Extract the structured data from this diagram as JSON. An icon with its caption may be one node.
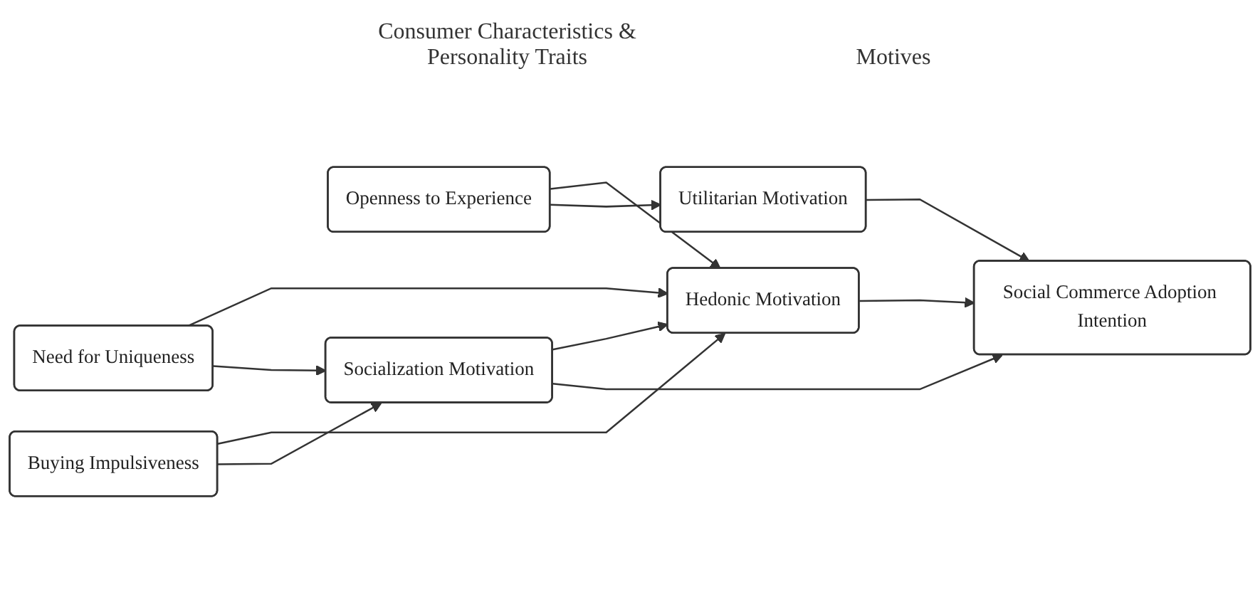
{
  "diagram": {
    "nodes": [
      {
        "text": [
          "Need for Uniqueness"
        ]
      },
      {
        "text": [
          "Openness to Experience"
        ]
      },
      {
        "text": [
          "Buying Impulsiveness"
        ]
      },
      {
        "text": [
          "Hedonic Motivation"
        ]
      },
      {
        "text": [
          "Socialization Motivation"
        ]
      },
      {
        "text": [
          "Utilitarian Motivation"
        ]
      },
      {
        "text": [
          "Social Commerce Adoption Intention"
        ]
      }
    ],
    "edges": [
      {
        "from": 0,
        "to": 3,
        "arrow": "to"
      },
      {
        "from": 0,
        "to": 4,
        "arrow": "to"
      },
      {
        "from": 1,
        "to": 3,
        "arrow": "to"
      },
      {
        "from": 1,
        "to": 5,
        "arrow": "to"
      },
      {
        "from": 2,
        "to": 3,
        "arrow": "to"
      },
      {
        "from": 2,
        "to": 4,
        "arrow": "to"
      },
      {
        "from": 4,
        "to": 3,
        "arrow": "to"
      },
      {
        "from": 3,
        "to": 6,
        "arrow": "to"
      },
      {
        "from": 4,
        "to": 6,
        "arrow": "to"
      },
      {
        "from": 5,
        "to": 6,
        "arrow": "to"
      }
    ],
    "labels": [
      "Consumer Characteristics & Personality Traits",
      "Motives"
    ]
  }
}
